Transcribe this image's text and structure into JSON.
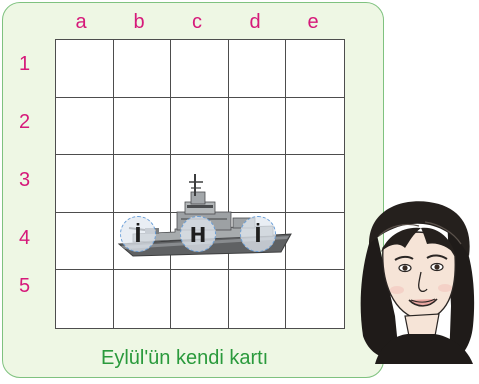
{
  "columns": [
    "a",
    "b",
    "c",
    "d",
    "e"
  ],
  "rows": [
    "1",
    "2",
    "3",
    "4",
    "5"
  ],
  "markers": [
    {
      "letter": "İ"
    },
    {
      "letter": "H"
    },
    {
      "letter": "İ"
    }
  ],
  "caption": "Eylül'ün kendi kartı",
  "icons": {
    "ship": "warship-icon",
    "portrait": "girl-portrait-icon"
  },
  "colors": {
    "label": "#d6197a",
    "caption": "#2a9a3c",
    "card_border": "#7fc27f",
    "card_background": "#eef7e4"
  }
}
